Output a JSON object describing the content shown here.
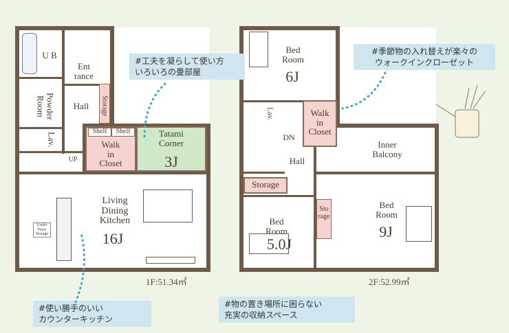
{
  "floor1": {
    "rooms": {
      "ub": "U B",
      "entrance": "Ent\nrance",
      "powder_room": "Powder\nRoom",
      "hall": "Hall",
      "storage": "Storage",
      "lav": "Lav.",
      "up": "UP",
      "shelf1": "Shelf",
      "shelf2": "Shelf",
      "walk_in_closet": "Walk\nin\nCloset",
      "tatami_corner": "Tatami\nCorner",
      "tatami_size": "3J",
      "ldk": "Living\nDining\nKitchen",
      "ldk_size": "16J",
      "under_floor_storage": "Under\nFloor\nStorage"
    },
    "area": "1F:51.34㎡"
  },
  "floor2": {
    "rooms": {
      "bed_room_6": "Bed\nRoom",
      "bed_room_6_size": "6J",
      "lav": "Lav.",
      "walk_in_closet": "Walk\nin\nCloset",
      "dn": "DN",
      "hall": "Hall",
      "inner_balcony": "Inner\nBalcony",
      "storage": "Storage",
      "bed_room_5": "Bed\nRoom",
      "bed_room_5_size": "5.0J",
      "sto_rage": "Sto\nrage",
      "bed_room_9": "Bed\nRoom",
      "bed_room_9_size": "9J"
    },
    "area": "2F:52.99㎡"
  },
  "notes": {
    "tatami": "#工夫を凝らして使い方\nいろいろの畳部屋",
    "closet": "#季節物の入れ替えが楽々の\nウォークインクローゼット",
    "kitchen": "#使い勝手のいい\nカウンターキッチン",
    "storage": "#物の置き場所に困らない\n充実の収納スペース"
  },
  "colors": {
    "closet": "#f6d3cf",
    "tatami": "#cfe8c7",
    "note": "#cfe6f1",
    "wall": "#6e5a48",
    "dots": "#3aa6d6"
  }
}
